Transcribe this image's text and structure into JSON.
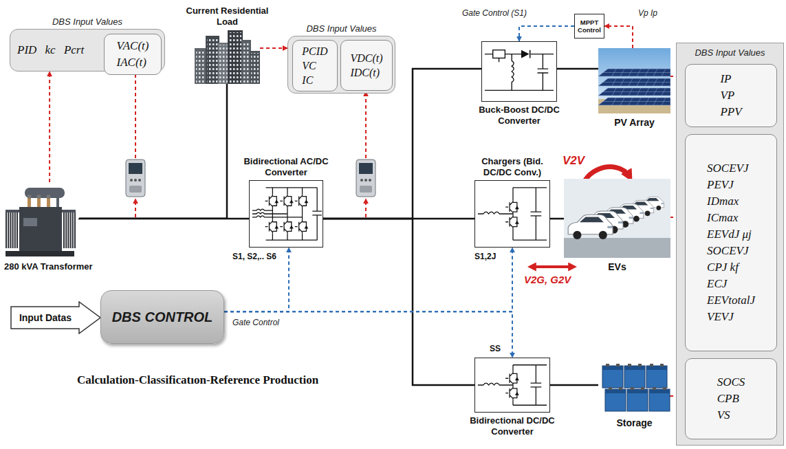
{
  "diagram": {
    "nodes": [
      {
        "text": [
          "DBS Input Values",
          "PID kc Pcrt"
        ]
      },
      {
        "text": [
          "VAC(t) IAC(t)"
        ],
        "in": 0
      },
      {
        "text": [
          "Current Residential Load"
        ]
      },
      {
        "text": [
          "DBS Input Values"
        ]
      },
      {
        "text": [
          "PCID VC IC"
        ],
        "in": 3
      },
      {
        "text": [
          "VDC(t) IDC(t)"
        ],
        "in": 3
      },
      {
        "text": [
          "MPPT Control"
        ]
      },
      {
        "text": [
          "Buck-Boost DC/DC Converter"
        ]
      },
      {
        "text": [
          "PV Array"
        ]
      },
      {
        "text": [
          "DBS Input Values"
        ]
      },
      {
        "text": [
          "IP VP PPV"
        ],
        "in": 9
      },
      {
        "text": [
          "SOCEVJ PEVJ IDmax ICmax EEVdJ μj SOCEVJ CPJ kf ECJ EEVtotalJ VEVJ"
        ],
        "in": 9
      },
      {
        "text": [
          "SOCS CPB VS"
        ],
        "in": 9
      },
      {
        "text": [
          "280 kVA Transformer"
        ]
      },
      {
        "text": [
          "Bidirectional AC/DC Converter"
        ]
      },
      {
        "text": [
          "Chargers (Bid. DC/DC Conv.)"
        ]
      },
      {
        "text": [
          "EVs"
        ]
      },
      {
        "text": [
          "Input Datas"
        ]
      },
      {
        "text": [
          "DBS CONTROL"
        ]
      },
      {
        "text": [
          "Bidirectional DC/DC Converter"
        ]
      },
      {
        "text": [
          "Storage"
        ]
      }
    ],
    "edges": [
      {
        "from": 13,
        "to": 2,
        "arrow": "none"
      },
      {
        "from": 13,
        "to": 14,
        "arrow": "none"
      },
      {
        "from": 14,
        "to": 7,
        "arrow": "none"
      },
      {
        "from": 14,
        "to": 15,
        "arrow": "none"
      },
      {
        "from": 14,
        "to": 19,
        "arrow": "none"
      },
      {
        "from": 7,
        "to": 8,
        "arrow": "none"
      },
      {
        "from": 15,
        "to": 16,
        "arrow": "none"
      },
      {
        "from": 19,
        "to": 20,
        "arrow": "none"
      },
      {
        "from": 13,
        "to": 0,
        "arrow": "to"
      },
      {
        "from": 2,
        "to": 3,
        "arrow": "to"
      },
      {
        "from": 8,
        "to": 10,
        "arrow": "to"
      },
      {
        "from": 8,
        "to": 6,
        "label": "Vp Ip",
        "arrow": "to"
      },
      {
        "from": 6,
        "to": 7,
        "label": "Gate Control (S1)",
        "arrow": "to"
      },
      {
        "from": 16,
        "to": 11,
        "arrow": "to"
      },
      {
        "from": 20,
        "to": 12,
        "arrow": "to"
      },
      {
        "from": 18,
        "to": 14,
        "arrow": "to"
      },
      {
        "from": 18,
        "to": 15,
        "arrow": "to"
      },
      {
        "from": 18,
        "to": 19,
        "arrow": "to"
      }
    ],
    "labels": [
      "S1, S2,.. S6",
      "S1,2J",
      "SS",
      "Gate Control",
      "V2V",
      "V2G, G2V",
      "Calculation-Classificatıon-Reference Production"
    ]
  }
}
